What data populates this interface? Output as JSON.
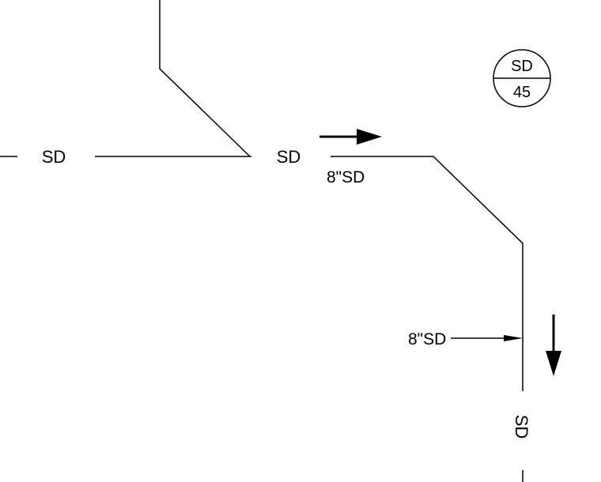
{
  "drawing": {
    "line_type_label": "SD",
    "pipe_label_top": "8\"SD",
    "pipe_label_right": "8\"SD",
    "detail_tag": {
      "top": "SD",
      "bottom": "45"
    }
  },
  "colors": {
    "line": "#000000",
    "background": "#ffffff"
  },
  "icons": [
    "flow-arrow-right-icon",
    "flow-arrow-down-icon",
    "leader-arrow-icon",
    "detail-callout-icon"
  ]
}
